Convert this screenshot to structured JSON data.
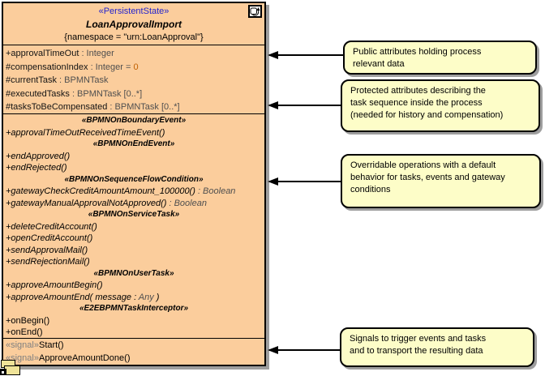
{
  "clazz": {
    "stereotype": "«PersistentState»",
    "name": "LoanApprovalImport",
    "namespace": "{namespace = \"urn:LoanApproval\"}",
    "attributes": [
      {
        "name": "+approvalTimeOut",
        "type": " : Integer"
      },
      {
        "name": "#compensationIndex",
        "type": " : Integer = ",
        "value": "0"
      },
      {
        "name": "#currentTask",
        "type": " : BPMNTask"
      },
      {
        "name": "#executedTasks",
        "type": " : BPMNTask [0..*]"
      },
      {
        "name": "#tasksToBeCompensated",
        "type": " : BPMNTask [0..*]"
      }
    ],
    "ops": [
      {
        "stereotype": "«BPMNOnBoundaryEvent»"
      },
      {
        "pre": "+approvalTimeOutReceivedTimeEvent()"
      },
      {
        "stereotype": "«BPMNOnEndEvent»"
      },
      {
        "pre": "+endApproved()"
      },
      {
        "pre": "+endRejected()"
      },
      {
        "stereotype": "«BPMNOnSequenceFlowCondition»"
      },
      {
        "pre": "+gatewayCheckCreditAmountAmount_100000()",
        "gray": " : Boolean"
      },
      {
        "pre": "+gatewayManualApprovalNotApproved()",
        "gray": " : Boolean"
      },
      {
        "stereotype": "«BPMNOnServiceTask»"
      },
      {
        "pre": "+deleteCreditAccount()"
      },
      {
        "pre": "+openCreditAccount()"
      },
      {
        "pre": "+sendApprovalMail()"
      },
      {
        "pre": "+sendRejectionMail()"
      },
      {
        "stereotype": "«BPMNOnUserTask»"
      },
      {
        "pre": "+approveAmountBegin()"
      },
      {
        "pre": "+approveAmountEnd( message : ",
        "gray": "Any",
        "post": " )"
      },
      {
        "stereotype": "«E2EBPMNTaskInterceptor»"
      },
      {
        "pre": "+onBegin()"
      },
      {
        "pre": "+onEnd()"
      }
    ],
    "signals": [
      {
        "keyword": "«signal»",
        "name": "Start()"
      },
      {
        "keyword": "«signal»",
        "name": "ApproveAmountDone()"
      }
    ]
  },
  "notes": [
    {
      "lines": [
        "Public attributes holding process",
        "relevant data"
      ]
    },
    {
      "lines": [
        "Protected attributes describing the",
        "task sequence inside the process",
        "(needed for history and compensation)"
      ]
    },
    {
      "lines": [
        "Overridable operations with a default",
        "behavior for tasks, events and gateway",
        "conditions"
      ]
    },
    {
      "lines": [
        "Signals to trigger events and tasks",
        "and to transport the resulting data"
      ]
    }
  ],
  "icons": {
    "header": "statemachine-icon",
    "corner": "diagram-shortcut-icon"
  },
  "colors": {
    "class_fill": "#FBCD9C",
    "note_fill": "#FDFDC8",
    "stereotype_blue": "#2222CE",
    "type_gray": "#4F4F4F",
    "default_value_orange": "#C06000",
    "shadow_gray": "#9E9E9E"
  }
}
